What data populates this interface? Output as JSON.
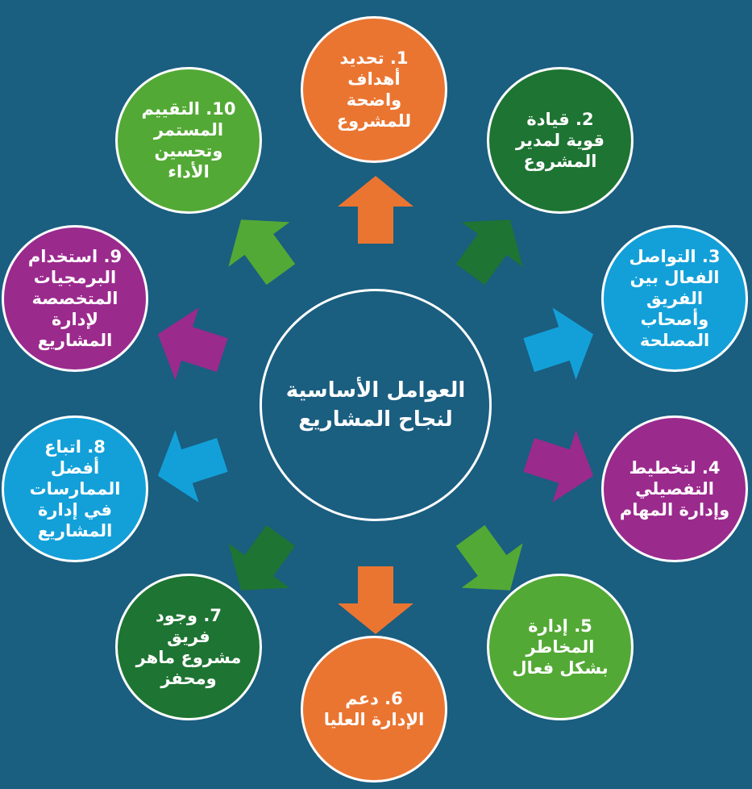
{
  "center": {
    "line1": "العوامل الأساسية",
    "line2": "لنجاح المشاريع"
  },
  "colors": {
    "background": "#1a5e80",
    "orange": "#ea7531",
    "dark_green": "#1e7432",
    "blue": "#13a0d9",
    "purple": "#9b2a8d",
    "light_green": "#53a935"
  },
  "factors": [
    {
      "label": "1. تحديد\nأهداف\nواضحة\nللمشروع",
      "color": "orange"
    },
    {
      "label": "2. قيادة\nقوية لمدير\nالمشروع",
      "color": "dark_green"
    },
    {
      "label": "3. التواصل\nالفعال بين\nالفريق\nوأصحاب\nالمصلحة",
      "color": "blue"
    },
    {
      "label": "4. لتخطيط\nالتفصيلي\nوإدارة المهام",
      "color": "purple"
    },
    {
      "label": "5. إدارة\nالمخاطر\nبشكل فعال",
      "color": "light_green"
    },
    {
      "label": "6. دعم\nالإدارة العليا",
      "color": "orange"
    },
    {
      "label": "7. وجود\nفريق\nمشروع ماهر\nومحفز",
      "color": "dark_green"
    },
    {
      "label": "8. اتباع\nأفضل\nالممارسات\nفي إدارة\nالمشاريع",
      "color": "blue"
    },
    {
      "label": "9. استخدام\nالبرمجيات\nالمتخصصة\nلإدارة\nالمشاريع",
      "color": "purple"
    },
    {
      "label": "10. التقييم\nالمستمر\nوتحسين\nالأداء",
      "color": "light_green"
    }
  ]
}
